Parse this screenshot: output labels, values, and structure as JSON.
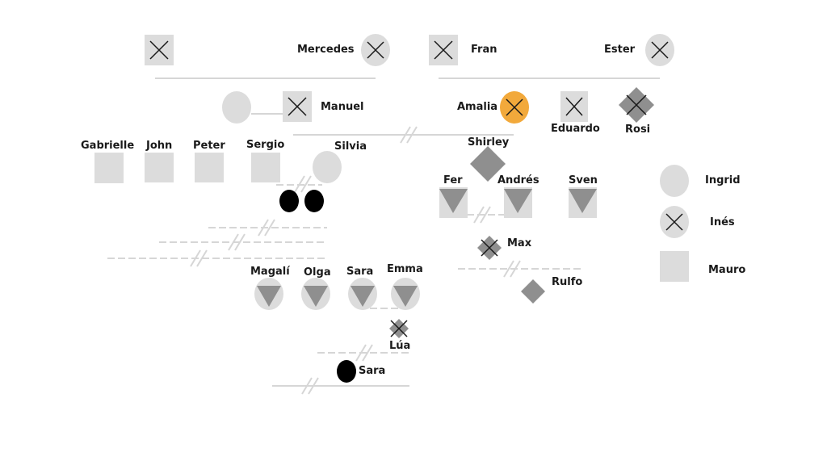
{
  "colors": {
    "node_fill": "#dcdcdc",
    "node_dark": "#8f8f8f",
    "line": "#d6d6d6",
    "mark": "#1a1a1a",
    "highlight": "#f2a93b",
    "black": "#000000"
  },
  "labels": {
    "mercedes": "Mercedes",
    "fran": "Fran",
    "ester": "Ester",
    "manuel": "Manuel",
    "amalia": "Amalia",
    "eduardo": "Eduardo",
    "rosi": "Rosi",
    "gabrielle": "Gabrielle",
    "john": "John",
    "peter": "Peter",
    "sergio": "Sergio",
    "silvia": "Silvia",
    "shirley": "Shirley",
    "fer": "Fer",
    "andres": "Andrés",
    "sven": "Sven",
    "max": "Max",
    "rulfo": "Rulfo",
    "magali": "Magalí",
    "olga": "Olga",
    "sara_top": "Sara",
    "emma": "Emma",
    "lua": "Lúa",
    "sara_bottom": "Sara"
  },
  "legend": {
    "ingrid": "Ingrid",
    "ines": "Inés",
    "mauro": "Mauro"
  }
}
